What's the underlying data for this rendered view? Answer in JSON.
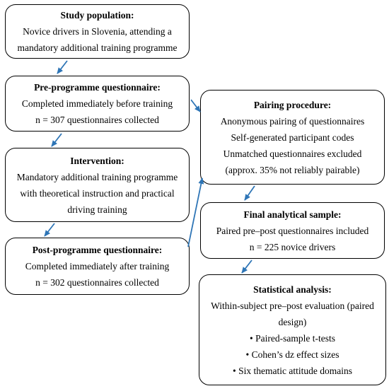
{
  "study": {
    "title": "Study population:",
    "lines": [
      "Novice drivers in Slovenia, attending a",
      "mandatory additional training programme"
    ]
  },
  "pre": {
    "title": "Pre-programme questionnaire:",
    "lines": [
      "Completed immediately before training",
      "n = 307 questionnaires collected"
    ]
  },
  "intervention": {
    "title": "Intervention:",
    "lines": [
      "Mandatory additional training programme",
      "with theoretical instruction and practical",
      "driving training"
    ]
  },
  "post": {
    "title": "Post-programme questionnaire:",
    "lines": [
      "Completed immediately after training",
      "n = 302 questionnaires collected"
    ]
  },
  "pairing": {
    "title": "Pairing procedure:",
    "lines": [
      "Anonymous pairing of questionnaires",
      "Self-generated participant codes",
      "Unmatched questionnaires excluded",
      "(approx. 35% not reliably pairable)"
    ]
  },
  "final": {
    "title": "Final analytical sample:",
    "lines": [
      "Paired pre–post questionnaires included",
      "n = 225 novice drivers"
    ]
  },
  "stat": {
    "title": "Statistical analysis:",
    "lines": [
      "Within-subject pre–post evaluation (paired",
      "design)",
      "• Paired-sample t-tests",
      "• Cohen’s dz effect sizes",
      "• Six thematic attitude domains"
    ]
  },
  "colors": {
    "arrow": "#2e75b6",
    "border": "#000000"
  }
}
